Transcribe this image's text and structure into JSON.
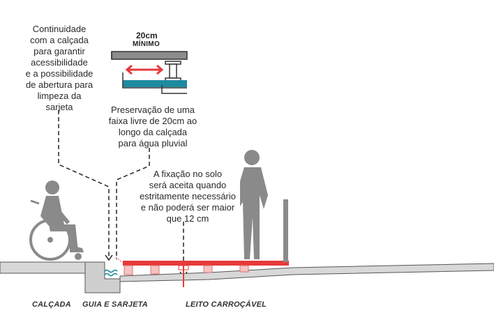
{
  "notes": {
    "continuity": [
      "Continuidade",
      "com a calçada",
      "para garantir",
      "acessibilidade",
      "e a possibilidade",
      "de abertura para",
      "limpeza da",
      "sarjeta"
    ],
    "strip": [
      "Preservação de uma",
      "faixa livre de 20cm ao",
      "longo da calçada",
      "para água pluvial"
    ],
    "fixation": [
      "A fixação no solo",
      "será aceita quando",
      "estritamente necessário",
      "e não poderá ser maior",
      "que 12 cm"
    ]
  },
  "detail": {
    "width_label": "20cm",
    "min_label": "MÍNIMO"
  },
  "captions": {
    "sidewalk": "CALÇADA",
    "curb": "GUIA E SARJETA",
    "roadway": "LEITO CARROÇÁVEL"
  },
  "colors": {
    "accent_red": "#e63a3a",
    "water_teal": "#1e8aa0",
    "figure_gray": "#8a8a8a",
    "ground_gray": "#d8d8d8"
  }
}
